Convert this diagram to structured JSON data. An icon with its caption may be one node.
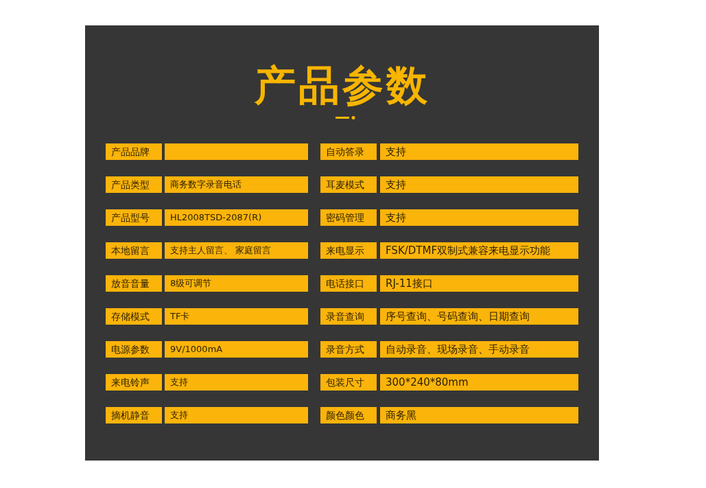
{
  "diagram": {
    "title": "产品参数",
    "nodes": [
      {
        "text": [
          "产品品牌"
        ]
      },
      {
        "text": [],
        "shape": "bar"
      },
      {
        "text": [
          "自动答录"
        ]
      },
      {
        "text": [
          "支持"
        ]
      },
      {
        "text": [
          "产品类型"
        ]
      },
      {
        "text": [
          "商务数字录音电话"
        ]
      },
      {
        "text": [
          "耳麦模式"
        ]
      },
      {
        "text": [
          "支持"
        ]
      },
      {
        "text": [
          "产品型号"
        ]
      },
      {
        "text": [
          "HL2008TSD-2087(R)"
        ]
      },
      {
        "text": [
          "密码管理"
        ]
      },
      {
        "text": [
          "支持"
        ]
      },
      {
        "text": [
          "本地留言"
        ]
      },
      {
        "text": [
          "支持主人留言、 家庭留言"
        ]
      },
      {
        "text": [
          "来电显示"
        ]
      },
      {
        "text": [
          "FSK/DTMF双制式兼容来电显示功能"
        ]
      },
      {
        "text": [
          "放音音量"
        ]
      },
      {
        "text": [
          "8级可调节"
        ]
      },
      {
        "text": [
          "电话接口"
        ]
      },
      {
        "text": [
          "RJ-11接口"
        ]
      },
      {
        "text": [
          "存储模式"
        ]
      },
      {
        "text": [
          "TF卡"
        ]
      },
      {
        "text": [
          "录音查询"
        ]
      },
      {
        "text": [
          "序号查询、号码查询、日期查询"
        ]
      },
      {
        "text": [
          "电源参数"
        ]
      },
      {
        "text": [
          "9V/1000mA"
        ]
      },
      {
        "text": [
          "录音方式"
        ]
      },
      {
        "text": [
          "自动录音、现场录音、手动录音"
        ]
      },
      {
        "text": [
          "来电铃声"
        ]
      },
      {
        "text": [
          "支持"
        ]
      },
      {
        "text": [
          "包装尺寸"
        ]
      },
      {
        "text": [
          "300*240*80mm"
        ]
      },
      {
        "text": [
          "摘机静音"
        ]
      },
      {
        "text": [
          "支持"
        ]
      },
      {
        "text": [
          "颜色颜色"
        ]
      },
      {
        "text": [
          "商务黑"
        ]
      }
    ]
  }
}
